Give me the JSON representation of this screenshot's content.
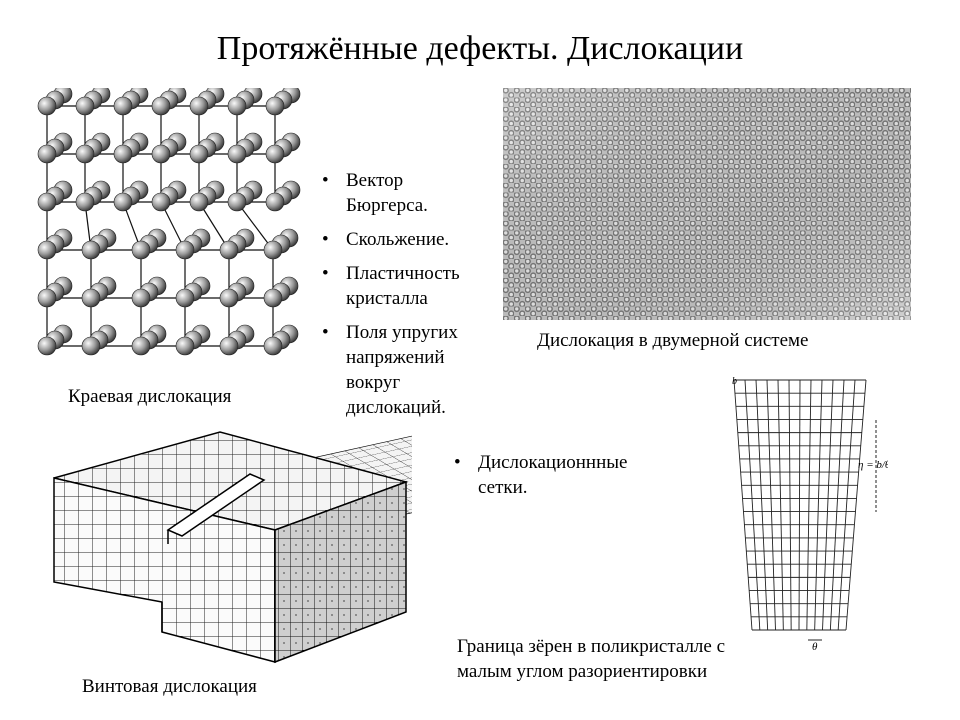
{
  "slide": {
    "title": "Протяжённые дефекты. Дислокации",
    "bullets_main": [
      {
        "text": "Вектор Бюргерса."
      },
      {
        "text": "Скольжение."
      },
      {
        "text": "Пластичность кристалла"
      },
      {
        "text": "Поля упругих напряжений вокруг дислокаций."
      }
    ],
    "bullets_secondary": [
      {
        "text": "Дислокационнные сетки."
      }
    ],
    "captions": {
      "edge": "Краевая дислокация",
      "twod": "Дислокация в двумерной системе",
      "screw": "Винтовая дислокация",
      "grain_line1": "Граница зёрен в поликристалле с",
      "grain_line2": "малым углом разориентировки"
    },
    "figure_labels": {
      "formula": "η = b/θ",
      "theta": "θ",
      "b": "b"
    }
  }
}
